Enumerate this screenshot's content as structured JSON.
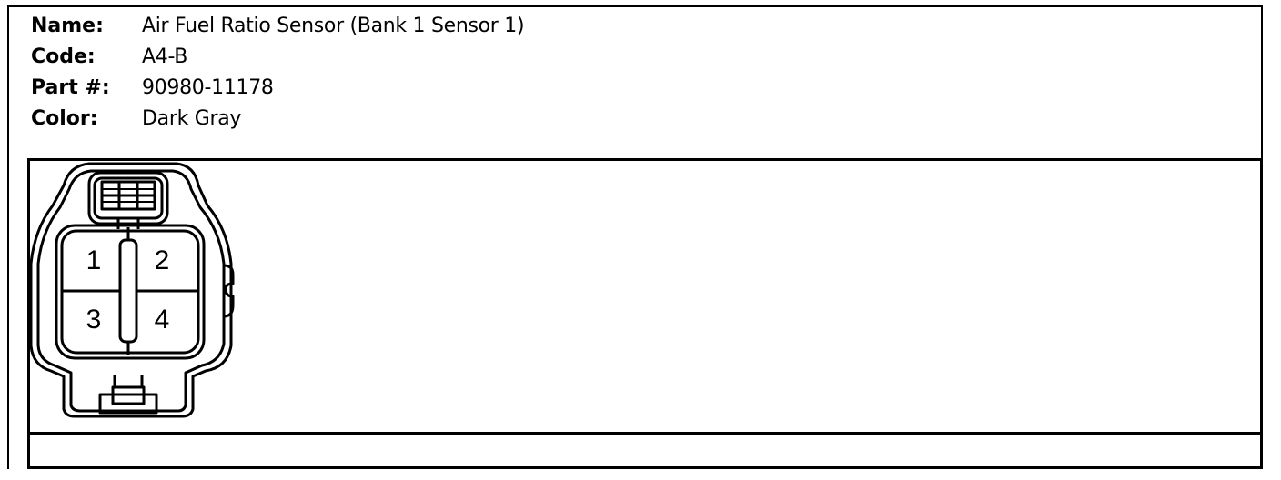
{
  "connector": {
    "name_label": "Name:",
    "name_value": "Air Fuel Ratio Sensor (Bank 1 Sensor 1)",
    "code_label": "Code:",
    "code_value": "A4-B",
    "part_label": "Part #:",
    "part_value": "90980-11178",
    "color_label": "Color:",
    "color_value": "Dark Gray"
  },
  "pins": [
    "1",
    "2",
    "3",
    "4"
  ]
}
